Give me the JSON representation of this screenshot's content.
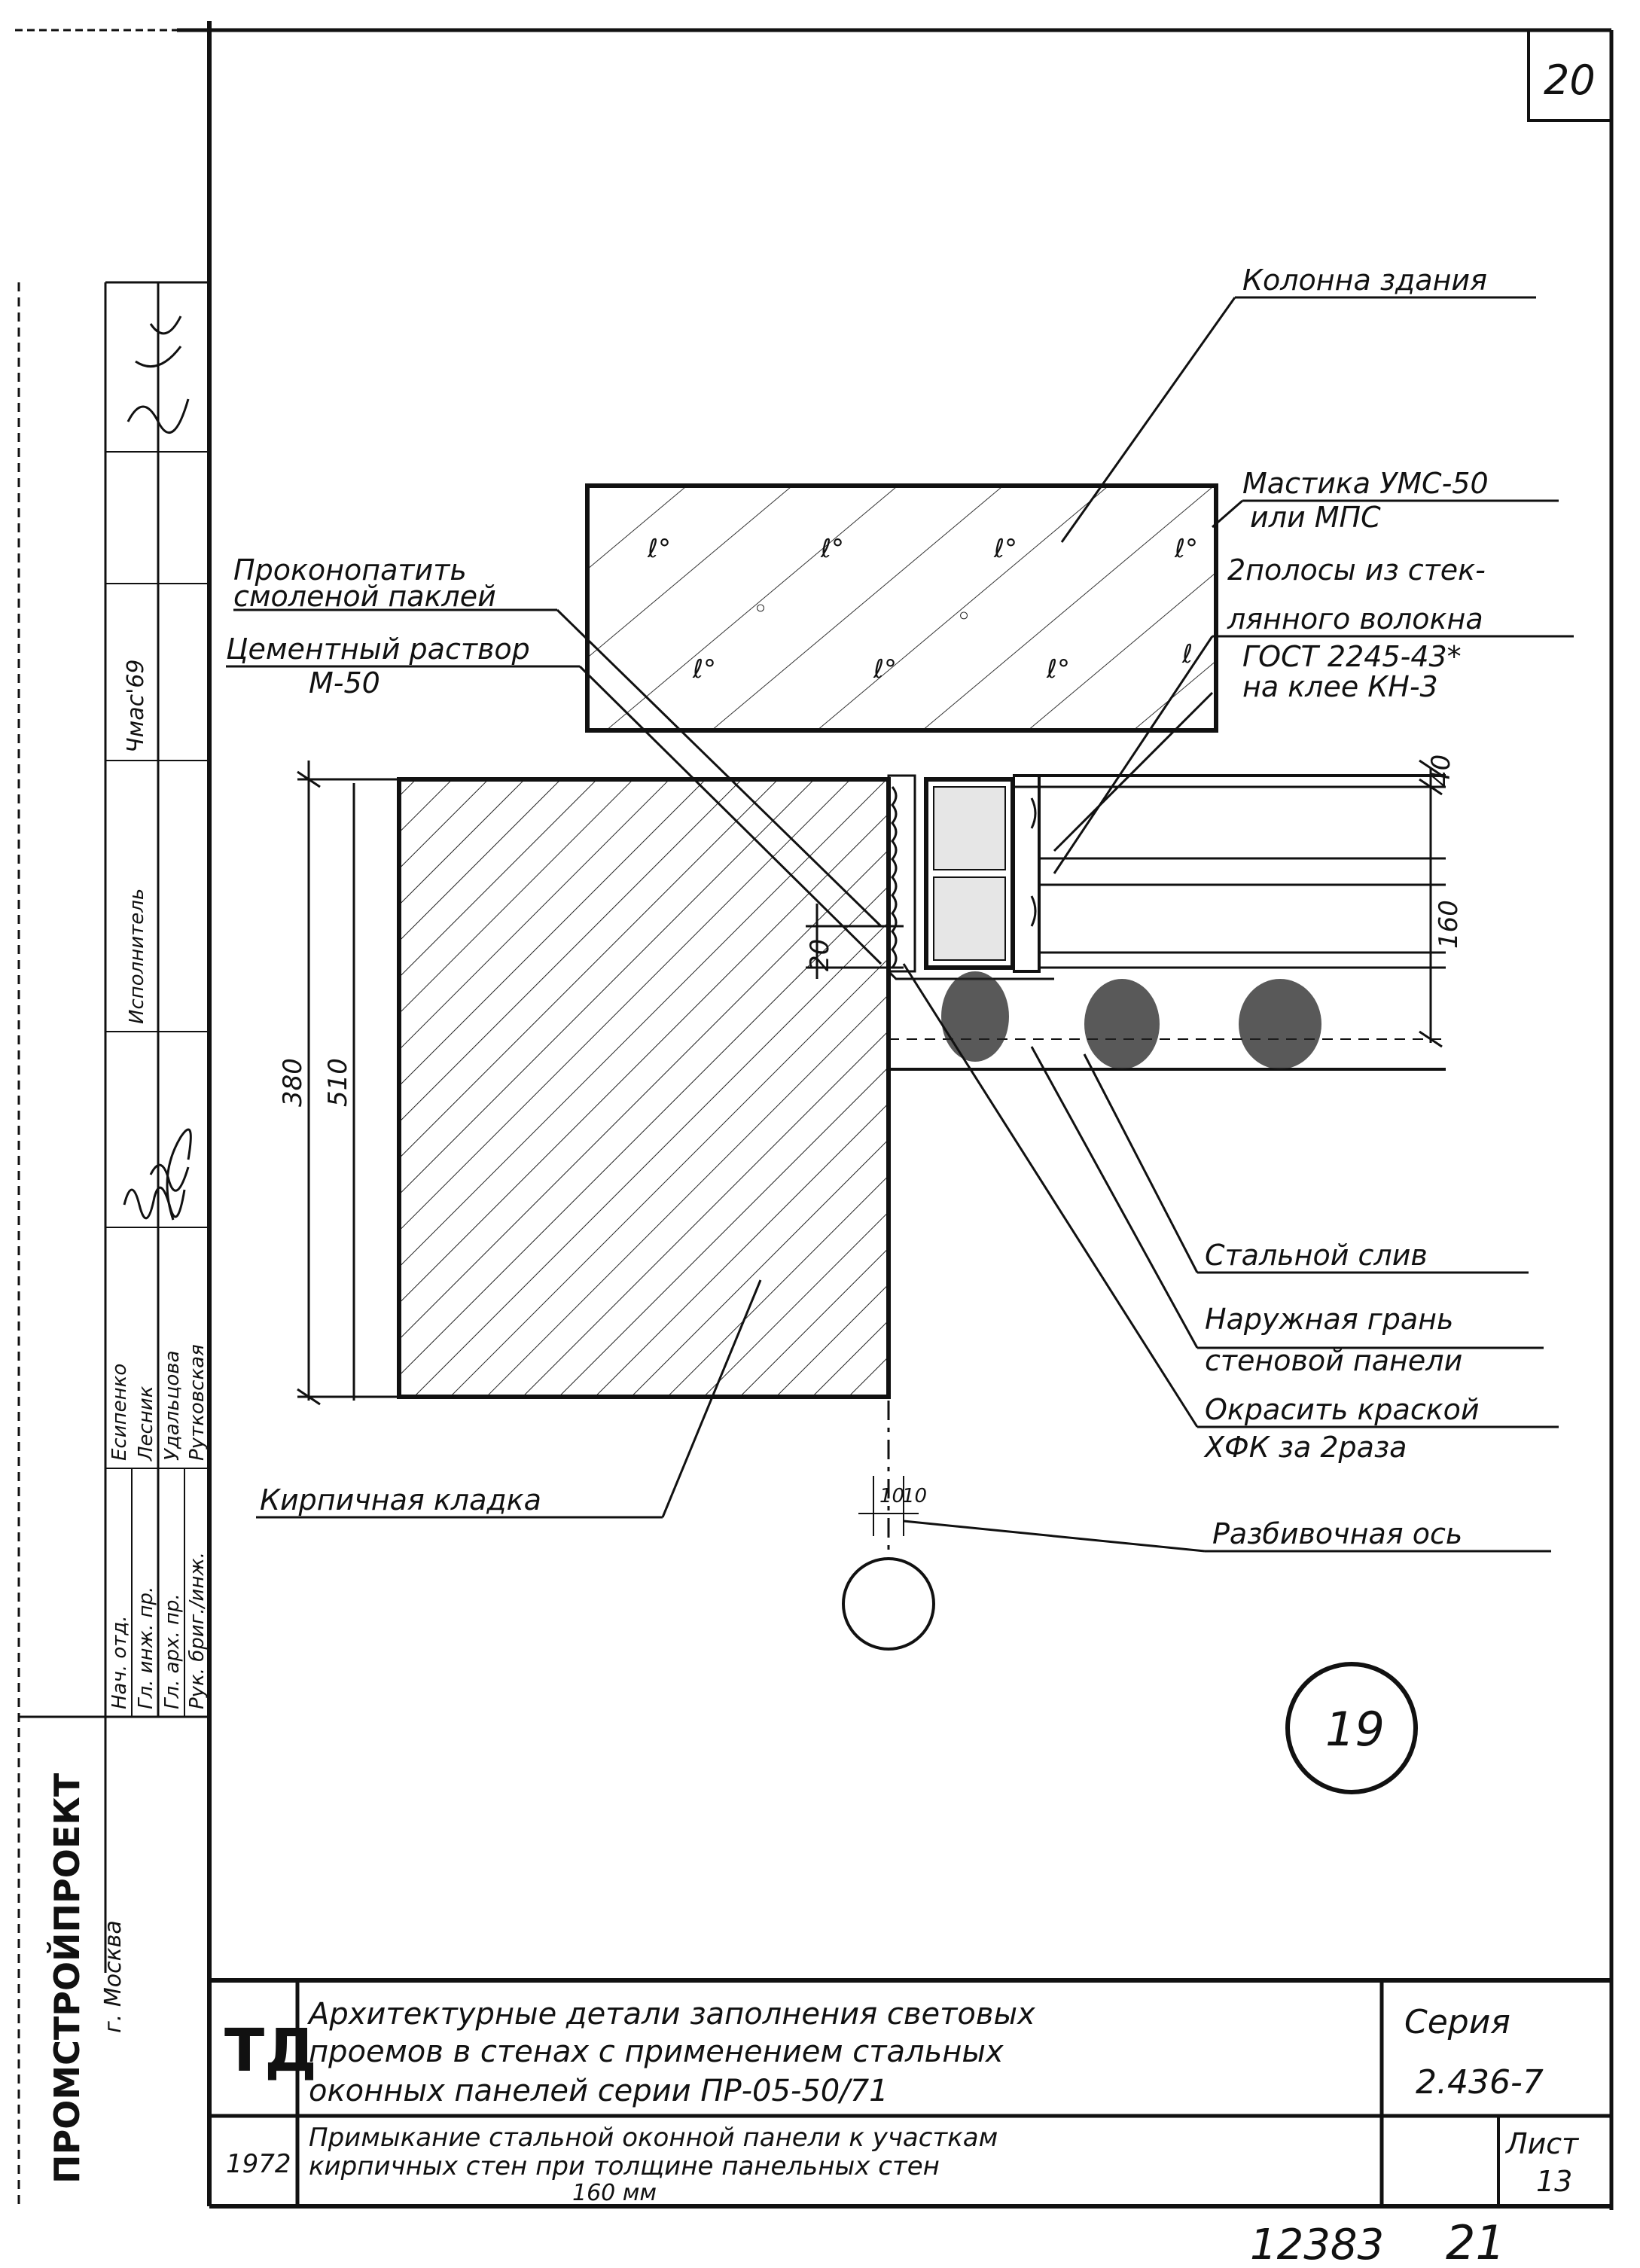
{
  "sheet": {
    "corner_number": "20",
    "detail_number": "19",
    "archive_number": "12383",
    "archive_page": "21"
  },
  "callouts": {
    "column": "Колонна здания",
    "mastic_1": "Мастика УМС-50",
    "mastic_2": "или МПС",
    "caulk_1": "Проконопатить",
    "caulk_2": "смоленой паклей",
    "strips_1": "2полосы из стек-",
    "strips_2": "лянного волокна",
    "strips_3": "ГОСТ 2245-43*",
    "strips_4": "на клее КН-3",
    "mortar_1": "Цементный раствор",
    "mortar_2": "М-50",
    "drip": "Стальной слив",
    "face_1": "Наружная грань",
    "face_2": "стеновой панели",
    "paint_1": "Окрасить краской",
    "paint_2": "ХФК за 2раза",
    "axis": "Разбивочная ось",
    "brick": "Кирпичная кладка"
  },
  "dimensions": {
    "d40": "40",
    "d160": "160",
    "d20": "20",
    "d380": "380",
    "d510": "510",
    "d10a": "10",
    "d10b": "10"
  },
  "sidebar": {
    "org": "ПРОМСТРОЙПРОЕКТ",
    "city": "г. Москва",
    "roles": [
      "Нач. отд.",
      "Гл. инж. пр.",
      "Гл. арх. пр.",
      "Рук. бриг./инж."
    ],
    "names": [
      "Есипенко",
      "Лесник",
      "Удальцова",
      "Рутковская"
    ],
    "col_header": "Исполнитель",
    "date": "Чмас'69"
  },
  "title_block": {
    "logo": "ТД",
    "title_1": "Архитектурные детали заполнения световых",
    "title_2": "проемов в стенах с применением стальных",
    "title_3": "оконных панелей серии ПР-05-50/71",
    "year": "1972",
    "subtitle_1": "Примыкание стальной оконной панели к участкам",
    "subtitle_2": "кирпичных стен при толщине панельных стен",
    "subtitle_3": "160 мм",
    "series_label": "Серия",
    "series_value": "2.436-7",
    "sheet_label": "Лист",
    "sheet_value": "13"
  }
}
